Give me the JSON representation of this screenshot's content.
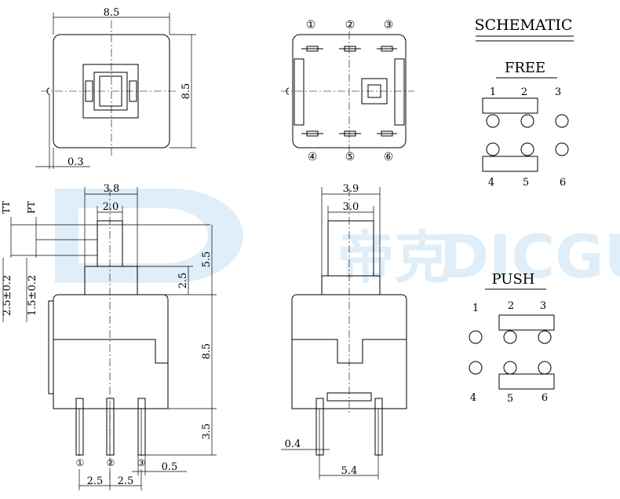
{
  "watermark": {
    "brand_latin": "DICGU",
    "brand_cn": "帝克"
  },
  "top_view": {
    "width": "8.5",
    "height": "8.5",
    "offset": "0.3"
  },
  "pin_view": {
    "pins_top": [
      "①",
      "②",
      "③"
    ],
    "pins_bottom": [
      "④",
      "⑤",
      "⑥"
    ]
  },
  "schematic": {
    "title": "SCHEMATIC",
    "free": {
      "label": "FREE",
      "top_numbers": [
        "1",
        "2",
        "3"
      ],
      "bottom_numbers": [
        "4",
        "5",
        "6"
      ]
    },
    "push": {
      "label": "PUSH",
      "top_numbers": [
        "1",
        "2",
        "3"
      ],
      "bottom_numbers": [
        "4",
        "5",
        "6"
      ]
    }
  },
  "side_view": {
    "plunger_width": "3.8",
    "tip_width": "2.0",
    "tt": "TT",
    "pt": "PT",
    "tt_value": "2.5±0.2",
    "pt_value": "1.5±0.2",
    "plunger_height": "5.5",
    "step_height": "2.5",
    "body_height": "8.5",
    "pin_length": "3.5",
    "pin_thickness": "0.5",
    "pitch_left": "2.5",
    "pitch_right": "2.5",
    "pin_marks": [
      "①",
      "②",
      "③"
    ]
  },
  "front_view": {
    "plunger_width": "3.9",
    "tip_width": "3.0",
    "pin_width": "0.4",
    "pin_span": "5.4"
  }
}
